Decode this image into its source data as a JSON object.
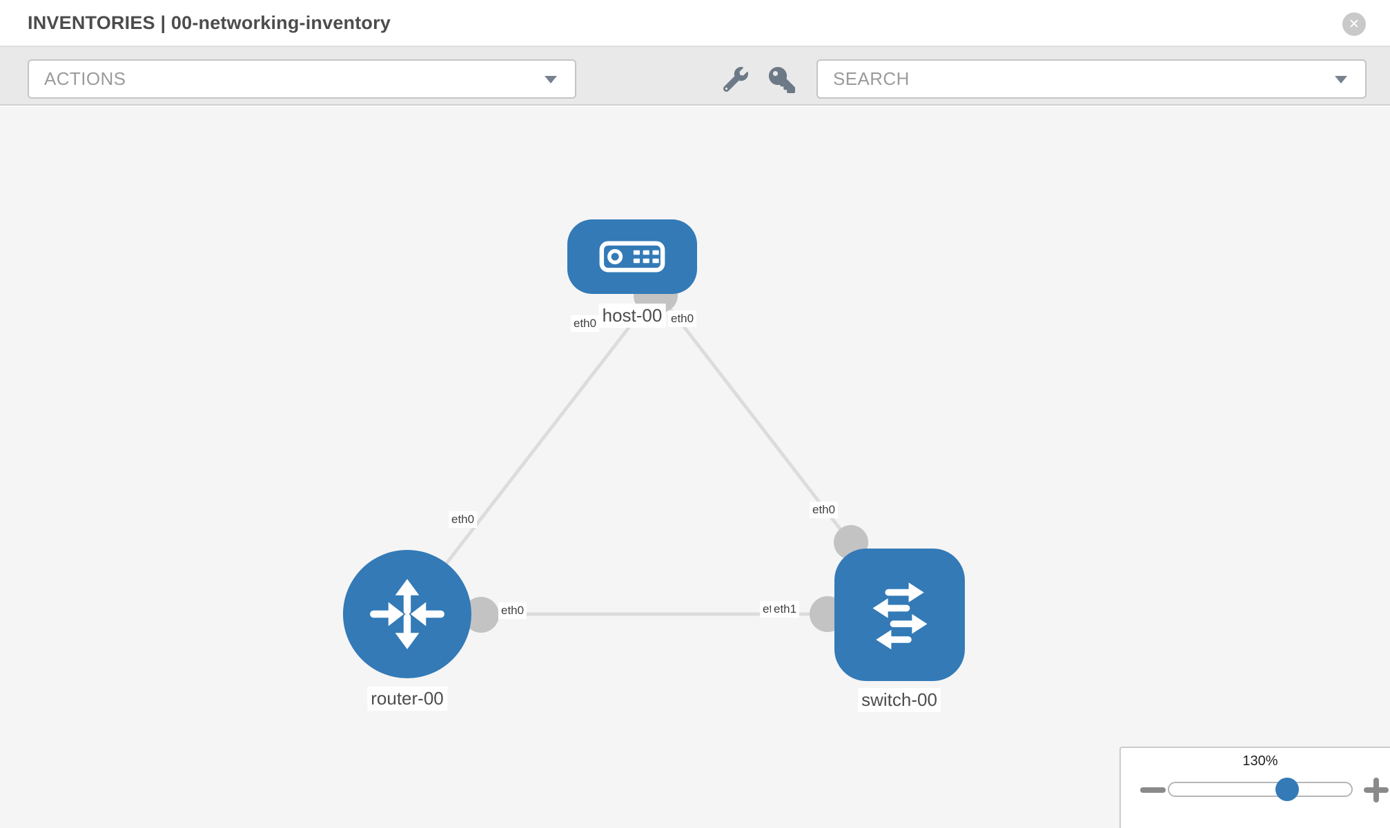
{
  "window": {
    "title": "INVENTORIES | 00-networking-inventory",
    "close_glyph": "✕"
  },
  "toolbar": {
    "actions_label": "ACTIONS",
    "search_placeholder": "SEARCH"
  },
  "topology": {
    "nodes": [
      {
        "name": "host-00",
        "type": "host"
      },
      {
        "name": "router-00",
        "type": "router"
      },
      {
        "name": "switch-00",
        "type": "switch"
      }
    ],
    "links": [
      {
        "from": "router-00",
        "from_interface": "eth0",
        "to": "host-00",
        "to_interface": "eth0"
      },
      {
        "from": "switch-00",
        "from_interface": "eth0",
        "to": "host-00",
        "to_interface": "eth0"
      },
      {
        "from": "router-00",
        "from_interface": "eth0",
        "to": "switch-00",
        "to_interface": "eth1"
      }
    ]
  },
  "zoom_control": {
    "level": "130%"
  },
  "colors": {
    "node_blue": "#337ab7",
    "link_gray": "#dcdcdc",
    "connector_gray": "#c3c3c3",
    "canvas_bg": "#f5f5f5",
    "toolbar_bg": "#e9e9e9"
  }
}
